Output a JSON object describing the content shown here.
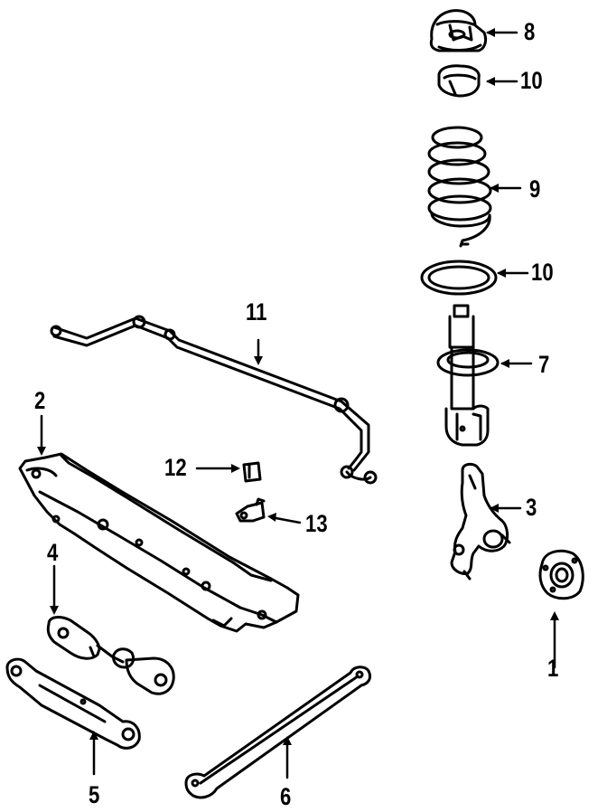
{
  "callouts": {
    "c1": "1",
    "c2": "2",
    "c3": "3",
    "c4": "4",
    "c5": "5",
    "c6": "6",
    "c7": "7",
    "c8": "8",
    "c9": "9",
    "c10a": "10",
    "c10b": "10",
    "c11": "11",
    "c12": "12",
    "c13": "13"
  },
  "colors": {
    "ink": "#000000",
    "background": "#ffffff"
  }
}
